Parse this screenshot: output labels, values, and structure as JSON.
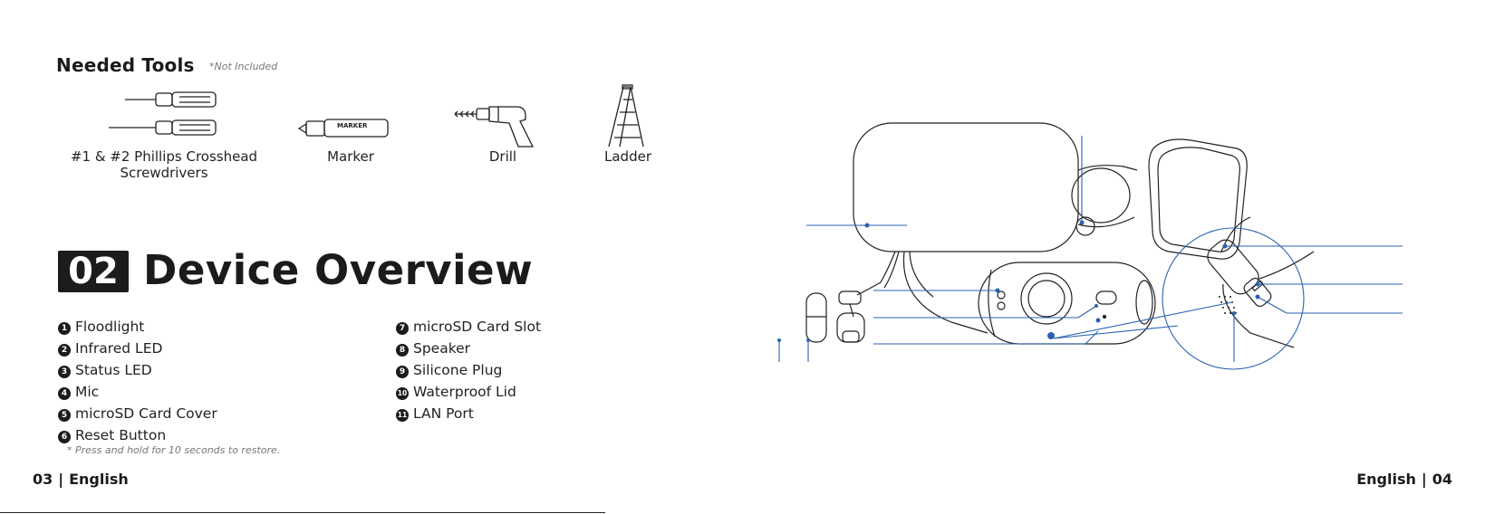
{
  "tools": {
    "title": "Needed Tools",
    "note": "*Not Included",
    "items": [
      {
        "label": "#1 & #2 Phillips Crosshead Screwdrivers",
        "icon": "screwdrivers-icon"
      },
      {
        "label": "Marker",
        "icon": "marker-icon",
        "marker_text": "MARKER"
      },
      {
        "label": "Drill",
        "icon": "drill-icon"
      },
      {
        "label": "Ladder",
        "icon": "ladder-icon"
      }
    ]
  },
  "section": {
    "number": "02",
    "title": "Device Overview"
  },
  "parts": {
    "left": [
      {
        "num": "1",
        "label": "Floodlight"
      },
      {
        "num": "2",
        "label": "Infrared LED"
      },
      {
        "num": "3",
        "label": "Status LED"
      },
      {
        "num": "4",
        "label": "Mic"
      },
      {
        "num": "5",
        "label": "microSD Card Cover"
      },
      {
        "num": "6",
        "label": "Reset Button"
      }
    ],
    "right": [
      {
        "num": "7",
        "label": "microSD Card Slot"
      },
      {
        "num": "8",
        "label": "Speaker"
      },
      {
        "num": "9",
        "label": "Silicone Plug"
      },
      {
        "num": "10",
        "label": "Waterproof Lid"
      },
      {
        "num": "11",
        "label": "LAN Port"
      }
    ],
    "reset_note": "* Press and hold for 10 seconds to restore."
  },
  "footer": {
    "left_page": "03",
    "left_lang": "English",
    "right_lang": "English",
    "right_page": "04"
  },
  "colors": {
    "accent_blue": "#2a62b0",
    "ink": "#1b1b1b"
  }
}
